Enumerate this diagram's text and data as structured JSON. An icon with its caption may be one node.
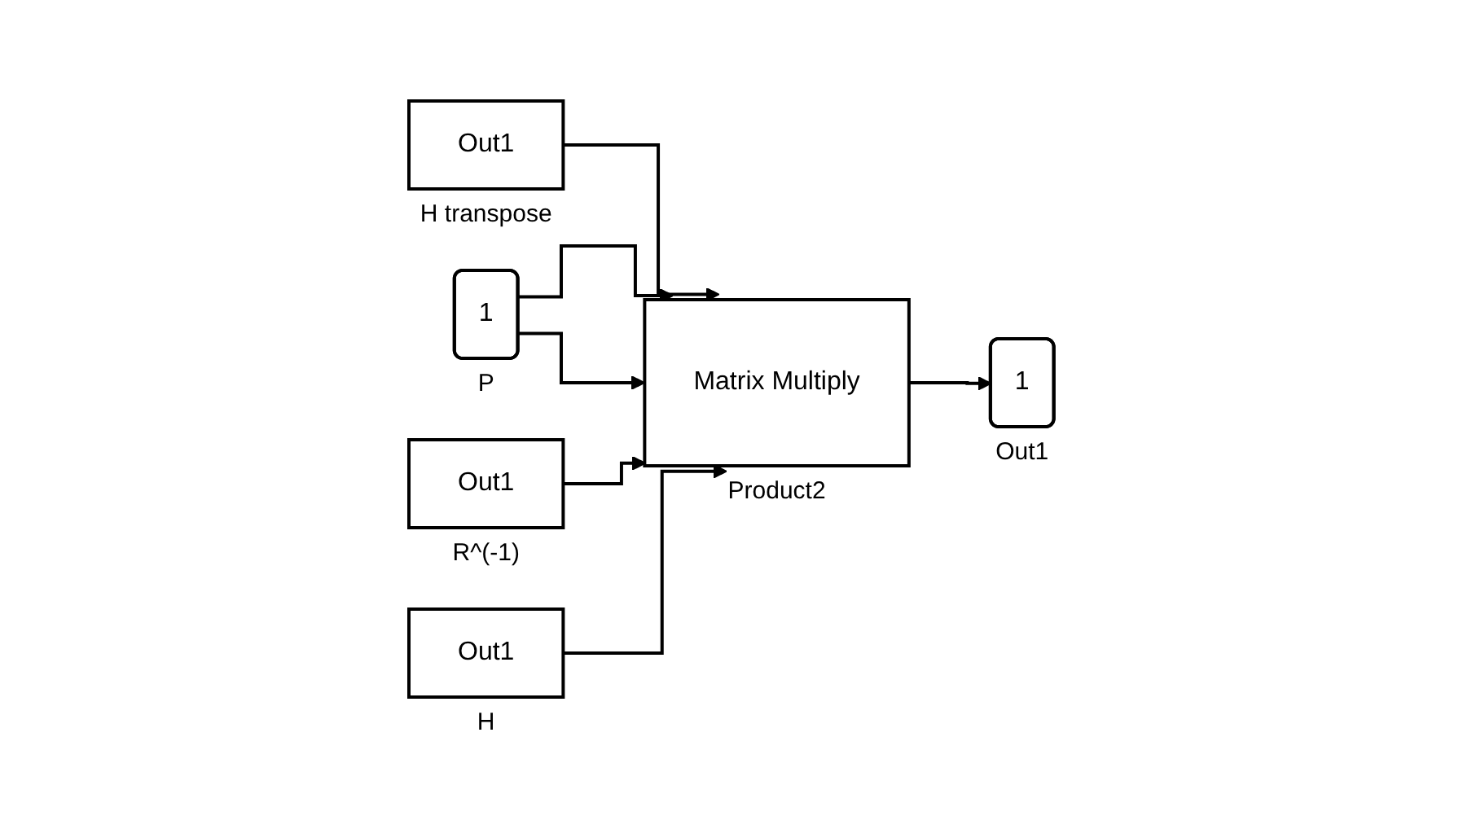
{
  "diagram": {
    "nodes": [
      {
        "text": [
          "1"
        ],
        "beside": [
          "P"
        ]
      },
      {
        "text": [
          "Out1"
        ],
        "beside": [
          "H transpose"
        ]
      },
      {
        "text": [
          "Out1"
        ],
        "beside": [
          "R^(-1)"
        ]
      },
      {
        "text": [
          "Out1"
        ],
        "beside": [
          "H"
        ]
      },
      {
        "text": [
          "Matrix Multiply"
        ],
        "beside": [
          "Product2"
        ]
      },
      {
        "text": [
          "1"
        ],
        "beside": [
          "Out1"
        ]
      }
    ],
    "edges": [
      {
        "from": 0,
        "to": 4,
        "arrow": "to"
      },
      {
        "from": 1,
        "to": 4,
        "arrow": "to"
      },
      {
        "from": 2,
        "to": 4,
        "arrow": "to"
      },
      {
        "from": 3,
        "to": 4,
        "arrow": "to"
      },
      {
        "from": 0,
        "to": 4,
        "arrow": "to"
      },
      {
        "from": 4,
        "to": 5,
        "arrow": "to"
      }
    ]
  }
}
